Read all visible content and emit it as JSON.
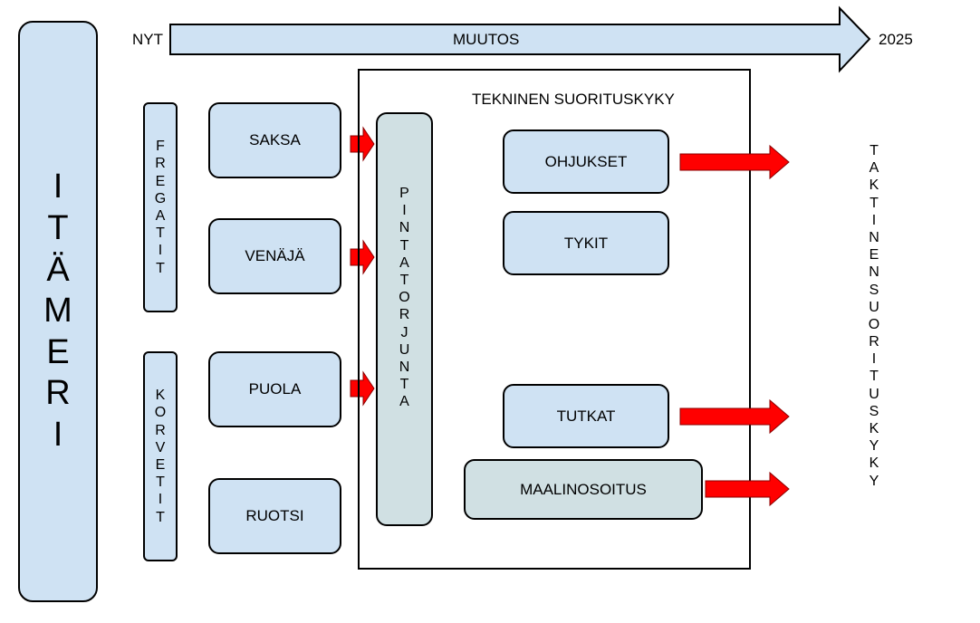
{
  "title_left": "ITÄMERI",
  "timeline": {
    "start": "NYT",
    "label": "MUUTOS",
    "end": "2025"
  },
  "groups": [
    "FREGATIT",
    "KORVETIT"
  ],
  "countries": [
    "SAKSA",
    "VENÄJÄ",
    "PUOLA",
    "RUOTSI"
  ],
  "frame_title": "TEKNINEN SUORITUSKYKY",
  "center_column": "PINTATORJUNTA",
  "capabilities": [
    "OHJUKSET",
    "TYKIT",
    "TUTKAT",
    "MAALINOSOITUS"
  ],
  "result_label": "TAKTINENSUORITUSKYKY",
  "colors": {
    "box_fill": "#cfe2f3",
    "box_fill_alt": "#d0e0e3",
    "arrow": "#ff0000"
  }
}
